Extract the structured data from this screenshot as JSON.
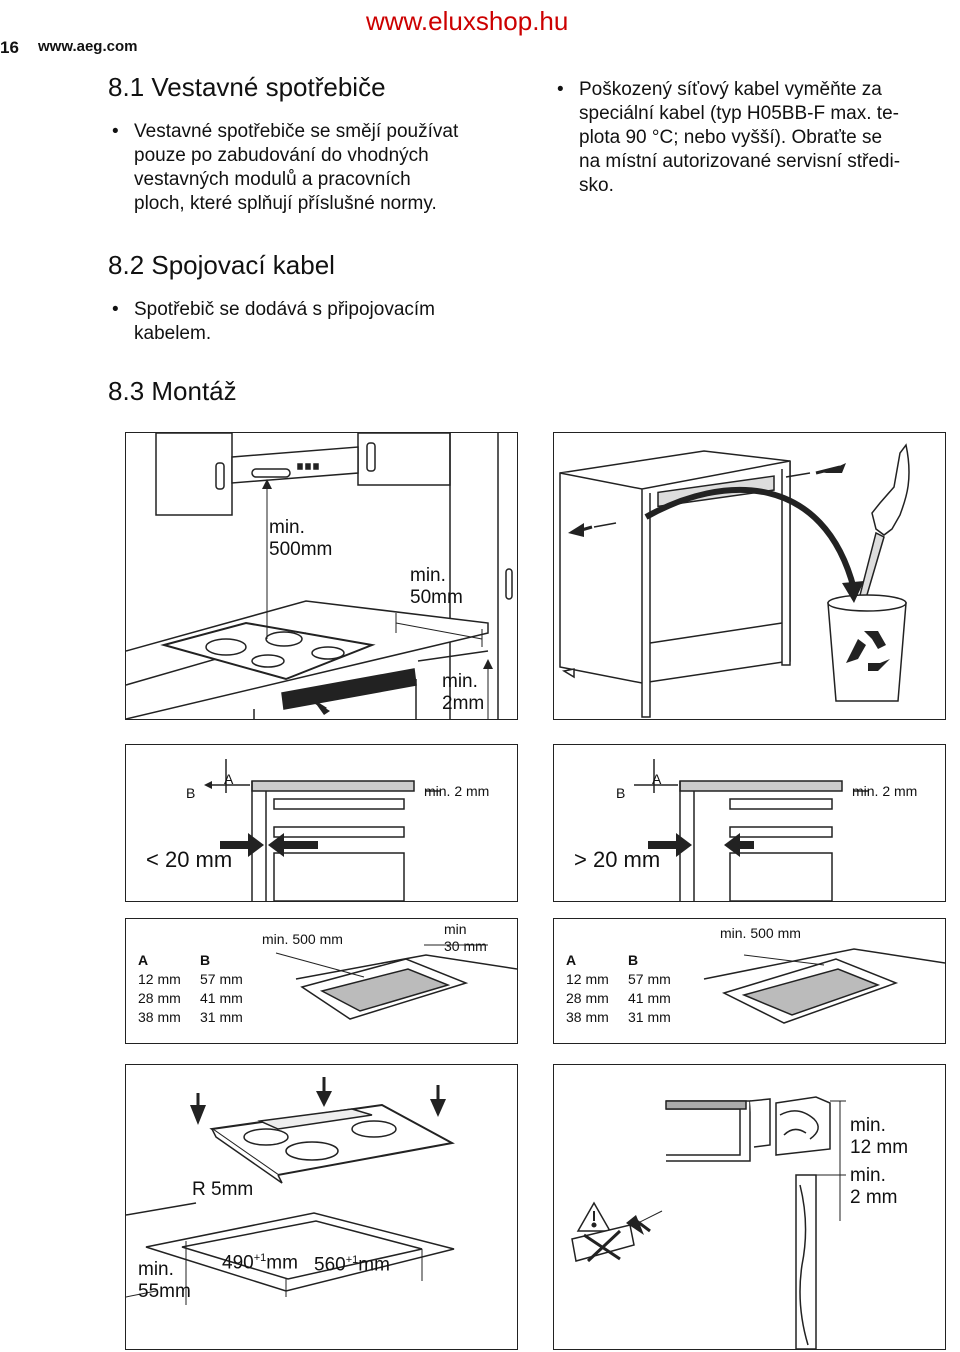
{
  "header": {
    "page_number": "16",
    "site": "www.aeg.com",
    "watermark": "www.eluxshop.hu"
  },
  "sections": {
    "s81": {
      "num": "8.",
      "num2": "1",
      "title": " Vestavné spotřebiče",
      "bullet": [
        "Vestavné spotřebiče se smějí používat",
        "pouze po zabudování do vhodných",
        "vestavných modulů a pracovních",
        "ploch, které splňují příslušné normy."
      ]
    },
    "s82": {
      "num": "8.",
      "num2": "2",
      "title": " Spojovací kabel",
      "bullet": [
        "Spotřebič se dodává s připojovacím",
        "kabelem."
      ]
    },
    "s83": {
      "num": "8.",
      "num2": "3",
      "title": " Montáž"
    },
    "right_bullet": [
      "Poškozený síťový kabel vyměňte za",
      "speciální kabel (typ H05BB-F max. te-",
      "plota 90 °C; nebo vyšší). Obraťte se",
      "na místní autorizované servisní středi-",
      "sko."
    ]
  },
  "figures": {
    "fig1": {
      "min500_a": "min.",
      "min500_b": "500mm",
      "min50_a": "min.",
      "min50_b": "50mm",
      "min2_a": "min.",
      "min2_b": "2mm"
    },
    "fig3": {
      "label_b": "B",
      "label_a": "A",
      "min2": "min. 2 mm",
      "dist": "< 20 mm"
    },
    "fig4": {
      "label_b": "B",
      "label_a": "A",
      "min2": "min. 2 mm",
      "dist": "> 20 mm"
    },
    "fig5": {
      "head_a": "A",
      "head_b": "B",
      "rows": [
        [
          "12 mm",
          "57 mm"
        ],
        [
          "28 mm",
          "41 mm"
        ],
        [
          "38 mm",
          "31 mm"
        ]
      ],
      "min500": "min. 500 mm",
      "min30_a": "min",
      "min30_b": "30 mm"
    },
    "fig6": {
      "head_a": "A",
      "head_b": "B",
      "rows": [
        [
          "12 mm",
          "57 mm"
        ],
        [
          "28 mm",
          "41 mm"
        ],
        [
          "38 mm",
          "31 mm"
        ]
      ],
      "min500": "min. 500 mm"
    },
    "fig7": {
      "r5": "R 5mm",
      "min55_a": "min.",
      "min55_b": "55mm",
      "dim490": "490",
      "dim560": "560",
      "tol": "+1",
      "unit": "mm"
    },
    "fig8": {
      "min12_a": "min.",
      "min12_b": "12 mm",
      "min2_a": "min.",
      "min2_b": "2 mm"
    }
  }
}
